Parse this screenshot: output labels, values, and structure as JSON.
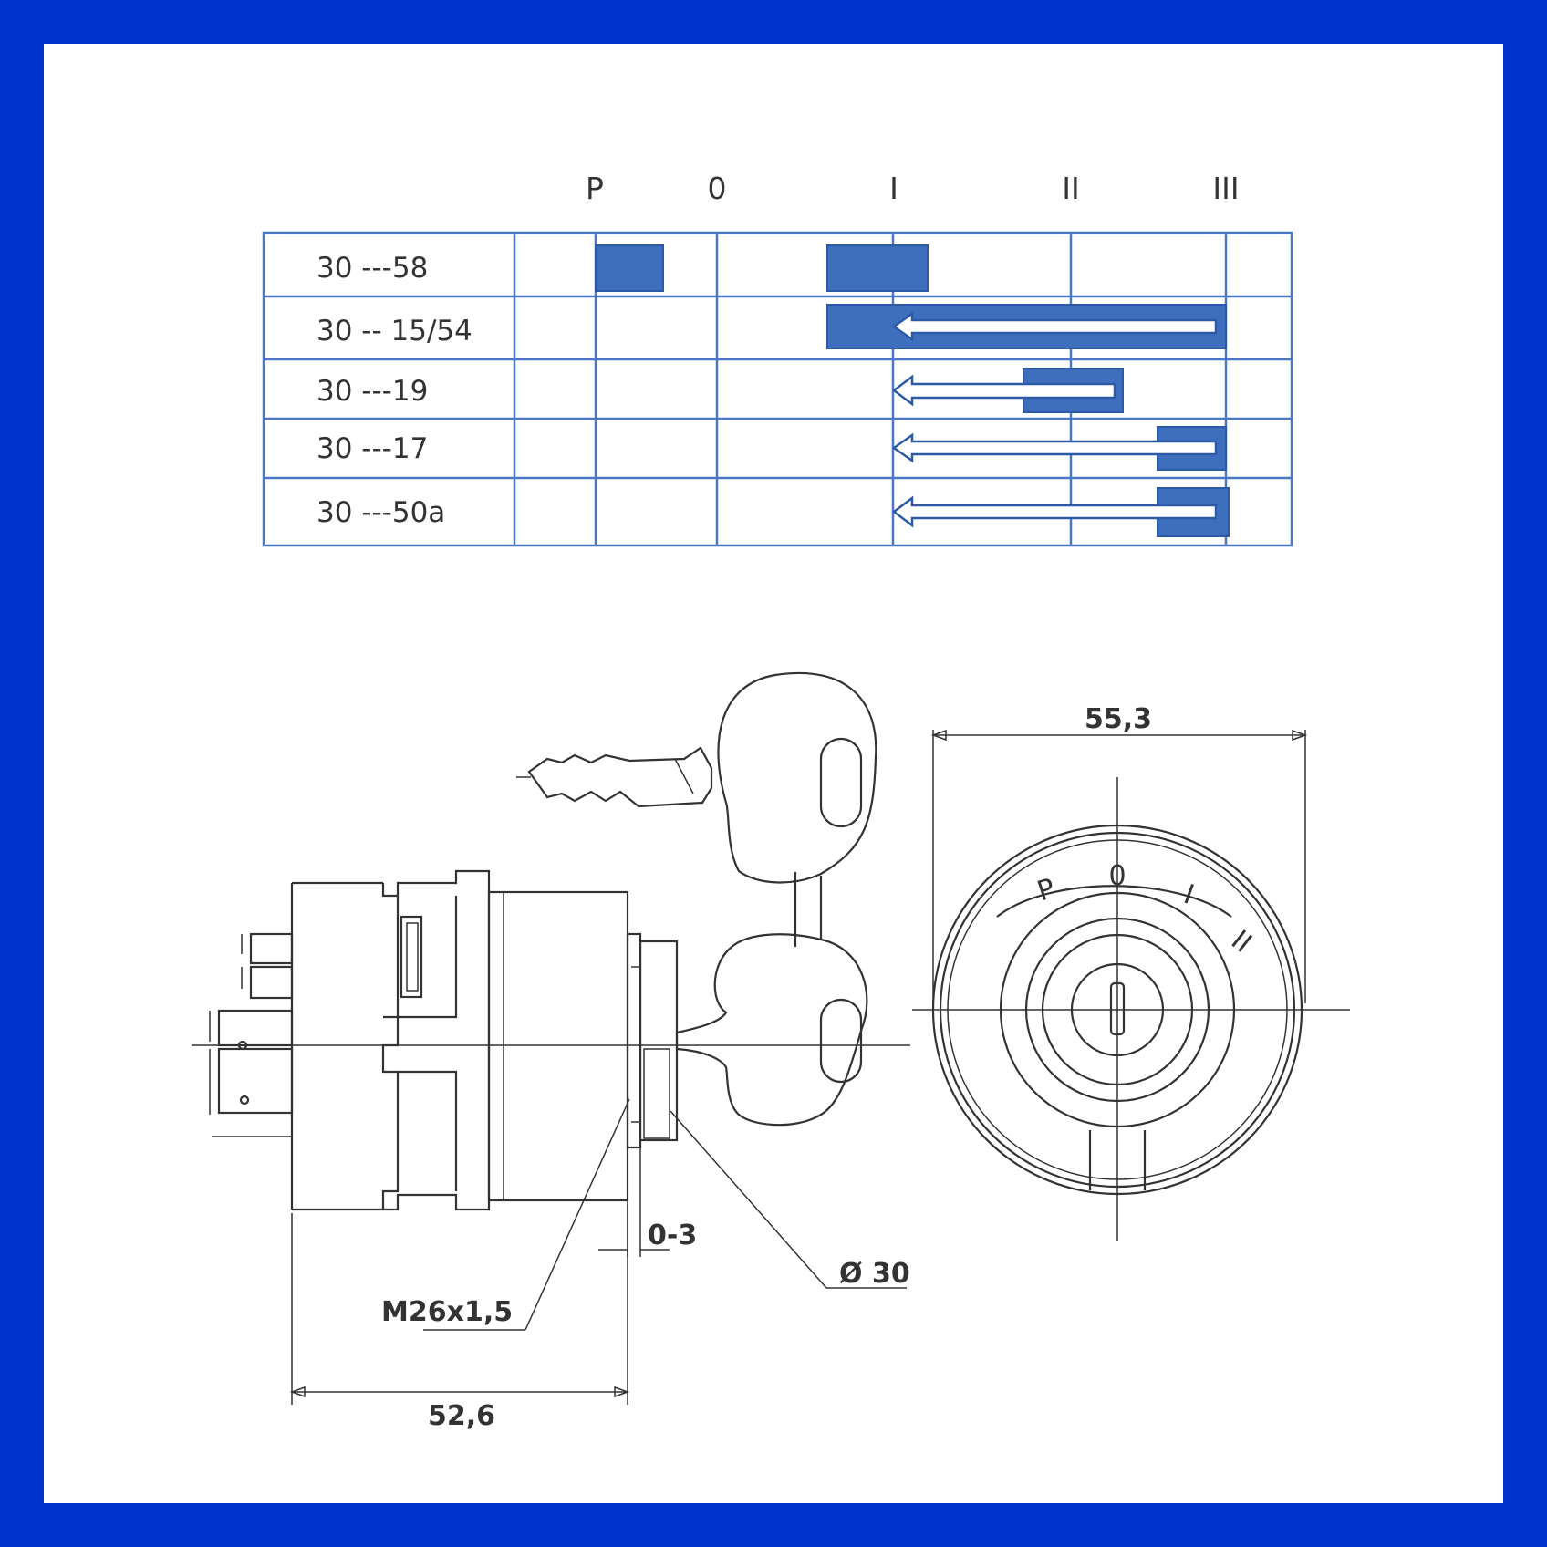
{
  "diagram": {
    "positions": [
      "P",
      "0",
      "I",
      "II",
      "III"
    ],
    "rows": [
      {
        "label": "30 ---58"
      },
      {
        "label": "30 -- 15/54"
      },
      {
        "label": "30 ---19"
      },
      {
        "label": "30 ---17"
      },
      {
        "label": "30 ---50a"
      }
    ],
    "dimensions": {
      "width_front": "55,3",
      "length_side": "52,6",
      "thread": "M26x1,5",
      "gap": "0-3",
      "diameter": "Ø 30"
    },
    "dial_marks": [
      "P",
      "0",
      "I",
      "II"
    ],
    "colors": {
      "border": "#0033cc",
      "bar": "#3e6fbe",
      "grid": "#4a78c4",
      "line": "#333333"
    }
  }
}
